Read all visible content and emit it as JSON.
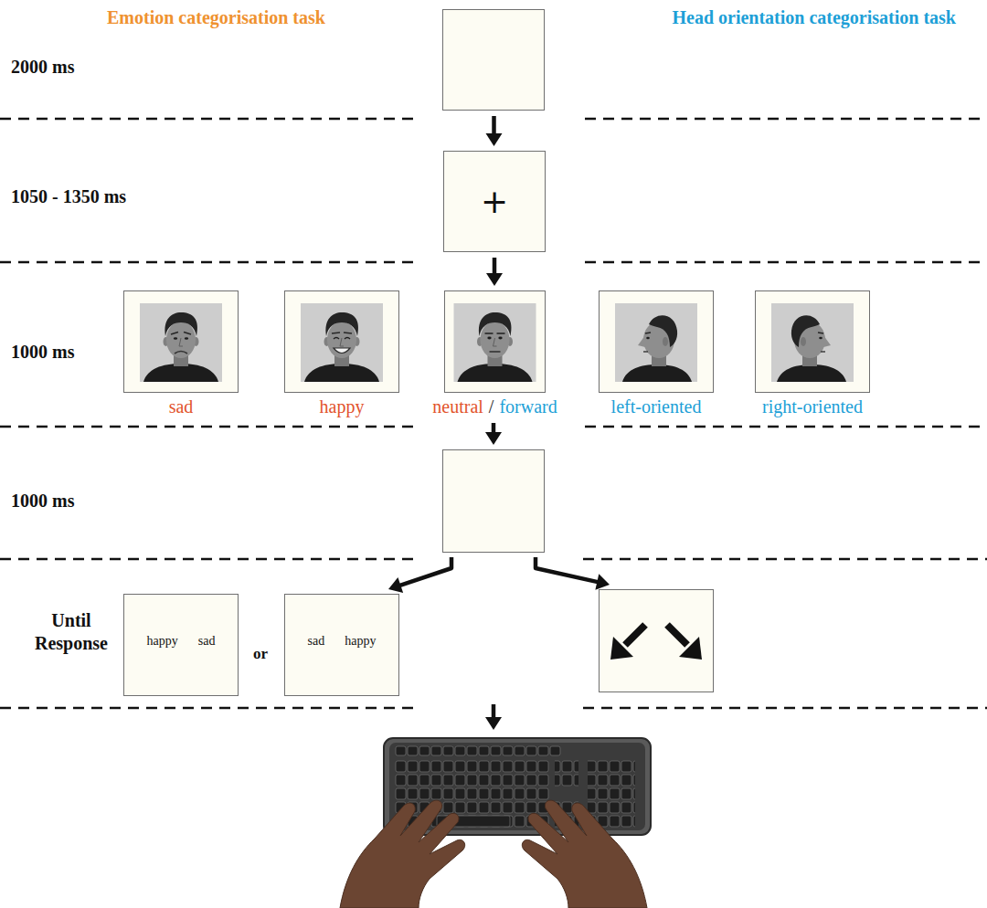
{
  "diagram": {
    "nodes": [
      {
        "text": []
      },
      {
        "text": [
          "+"
        ]
      },
      {
        "text": [
          "sad"
        ]
      },
      {
        "text": [
          "happy"
        ]
      },
      {
        "text": [
          "neutral",
          "/",
          "forward"
        ]
      },
      {
        "text": [
          "left-oriented"
        ]
      },
      {
        "text": [
          "right-oriented"
        ]
      },
      {
        "text": []
      },
      {
        "text": [
          "happy",
          "sad"
        ]
      },
      {
        "text": [
          "sad",
          "happy"
        ]
      },
      {
        "text": []
      }
    ],
    "edges": [
      {
        "from": 0,
        "to": 1,
        "arrow": "to"
      },
      {
        "from": 1,
        "to": 4,
        "arrow": "to"
      },
      {
        "from": 4,
        "to": 7,
        "arrow": "to"
      },
      {
        "from": 7,
        "to": 9,
        "arrow": "to"
      },
      {
        "from": 7,
        "to": 10,
        "arrow": "to"
      }
    ],
    "labels": [
      "Emotion categorisation task",
      "Head orientation categorisation task",
      "2000 ms",
      "1050 - 1350 ms",
      "1000 ms",
      "1000 ms",
      "Until Response",
      "or"
    ]
  }
}
